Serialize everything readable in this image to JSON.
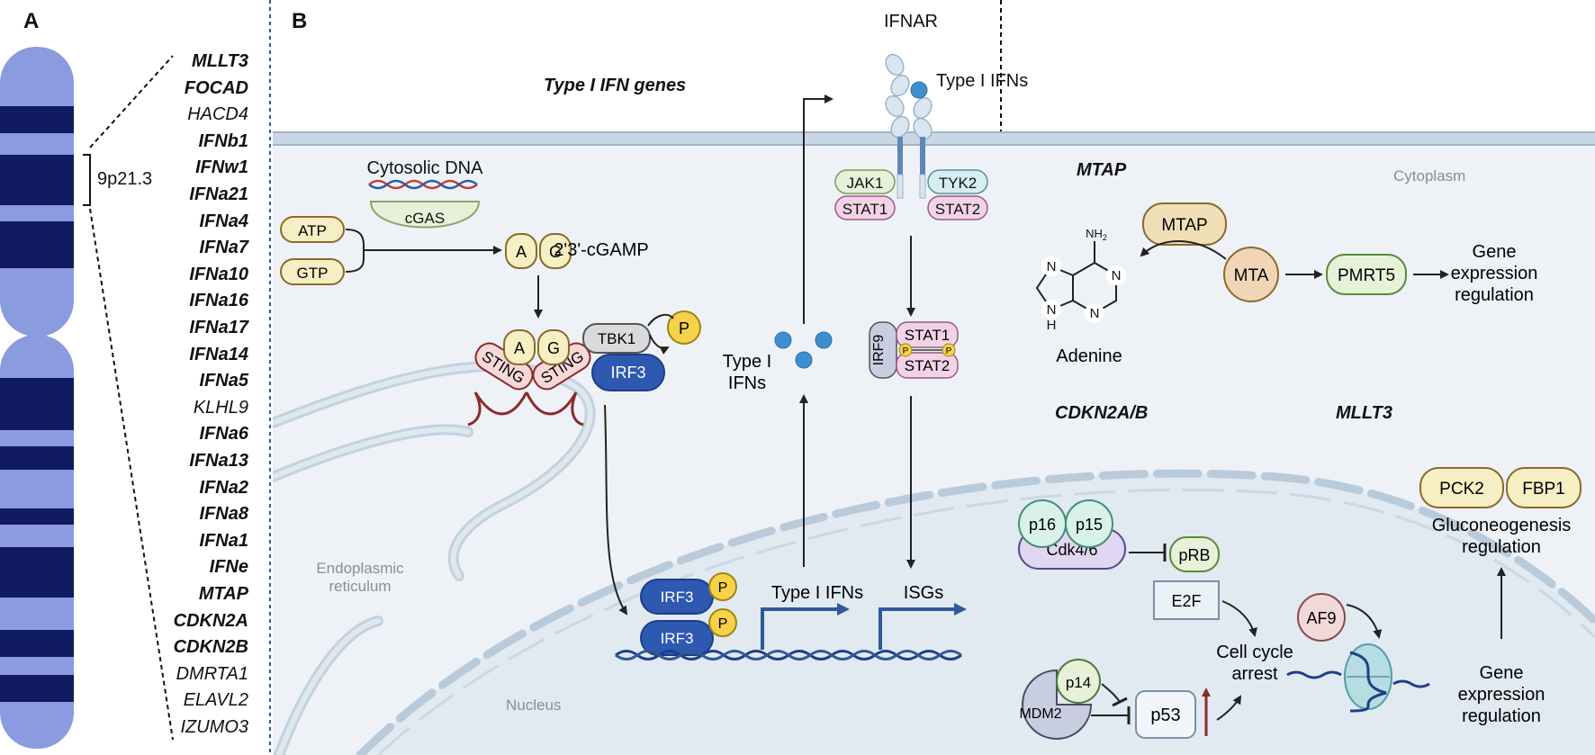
{
  "panel_a": {
    "letter": "A",
    "band_label": "9p21.3",
    "genes": [
      {
        "name": "MLLT3",
        "bold": true
      },
      {
        "name": "FOCAD",
        "bold": true
      },
      {
        "name": "HACD4",
        "bold": false
      },
      {
        "name": "IFNb1",
        "bold": true
      },
      {
        "name": "IFNw1",
        "bold": true
      },
      {
        "name": "IFNa21",
        "bold": true
      },
      {
        "name": "IFNa4",
        "bold": true
      },
      {
        "name": "IFNa7",
        "bold": true
      },
      {
        "name": "IFNa10",
        "bold": true
      },
      {
        "name": "IFNa16",
        "bold": true
      },
      {
        "name": "IFNa17",
        "bold": true
      },
      {
        "name": "IFNa14",
        "bold": true
      },
      {
        "name": "IFNa5",
        "bold": true
      },
      {
        "name": "KLHL9",
        "bold": false
      },
      {
        "name": "IFNa6",
        "bold": true
      },
      {
        "name": "IFNa13",
        "bold": true
      },
      {
        "name": "IFNa2",
        "bold": true
      },
      {
        "name": "IFNa8",
        "bold": true
      },
      {
        "name": "IFNa1",
        "bold": true
      },
      {
        "name": "IFNe",
        "bold": true
      },
      {
        "name": "MTAP",
        "bold": true
      },
      {
        "name": "CDKN2A",
        "bold": true
      },
      {
        "name": "CDKN2B",
        "bold": true
      },
      {
        "name": "DMRTA1",
        "bold": false
      },
      {
        "name": "ELAVL2",
        "bold": false
      },
      {
        "name": "IZUMO3",
        "bold": false
      }
    ]
  },
  "panel_b": {
    "letter": "B",
    "sections": {
      "type_i_ifn": "Type I IFN genes",
      "mtap": "MTAP",
      "cdkn2ab": "CDKN2A/B",
      "mllt3": "MLLT3"
    },
    "compartments": {
      "cytoplasm": "Cytoplasm",
      "er": "Endoplasmic reticulum",
      "nucleus": "Nucleus"
    },
    "receptor": {
      "name": "IFNAR",
      "ligand": "Type I IFNs",
      "jak1": "JAK1",
      "tyk2": "TYK2",
      "stat1": "STAT1",
      "stat2": "STAT2"
    },
    "cgas_pathway": {
      "cytosolic_dna": "Cytosolic DNA",
      "cgas": "cGAS",
      "atp": "ATP",
      "gtp": "GTP",
      "a": "A",
      "g": "G",
      "cgamp": "2'3'-cGAMP",
      "sting": "STING",
      "tbk1": "TBK1",
      "irf3": "IRF3",
      "p": "P"
    },
    "secreted_ifns": "Type I IFNs",
    "isgf3": {
      "irf9": "IRF9",
      "stat1": "STAT1",
      "stat2": "STAT2",
      "p": "P"
    },
    "nucleus_items": {
      "irf3": "IRF3",
      "p": "P",
      "type_i_ifns": "Type I IFNs",
      "isgs": "ISGs"
    },
    "mtap_pathway": {
      "mtap": "MTAP",
      "mta": "MTA",
      "pmrt5": "PMRT5",
      "adenine": "Adenine",
      "nh2": "NH",
      "nh2_sub": "2",
      "n": "N",
      "h": "H",
      "outcome": "Gene expression regulation"
    },
    "cdkn_pathway": {
      "p16": "p16",
      "p15": "p15",
      "cdk46": "Cdk4/6",
      "prb": "pRB",
      "e2f": "E2F",
      "p14": "p14",
      "mdm2": "MDM2",
      "p53": "p53",
      "outcome": "Cell cycle arrest"
    },
    "mllt3_pathway": {
      "pck2": "PCK2",
      "fbp1": "FBP1",
      "glu": "Gluconeogenesis regulation",
      "af9": "AF9",
      "outcome": "Gene expression regulation"
    }
  }
}
